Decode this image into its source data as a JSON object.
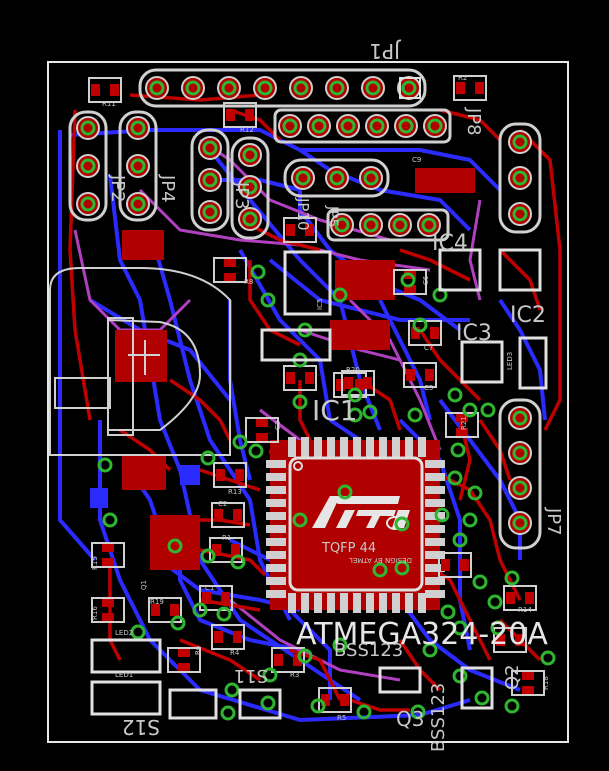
{
  "board": {
    "colors": {
      "background": "#000000",
      "outline": "#e8e8e8",
      "top_copper": "#c00000",
      "bottom_copper": "#2b2bff",
      "via_ring": "#2fb52f",
      "pad_silk": "#d0d0d0",
      "magenta_wire": "#b040c0",
      "label_gray": "#c8c8c8"
    }
  },
  "labels": {
    "jp1": "JP1",
    "jp8": "JP8",
    "jp2": "JP2",
    "jp4": "JP4",
    "jp3": "JP3",
    "jp10": "JP10",
    "jp5": "JP5",
    "jp7": "JP7",
    "ic1": "IC1",
    "ic2": "IC2",
    "ic3": "IC3",
    "ic4": "IC4",
    "q2": "Q2",
    "q3": "Q3",
    "s12": "S12",
    "s11": "S11",
    "part_value": "ATMEGA324-20A",
    "bss_left": "BSS123",
    "bss_right": "BSS123",
    "package": "TQFP 44",
    "chip_note": "DESIGN BY ATMEL",
    "r11": "R11",
    "r12": "R12",
    "r2": "R2",
    "c9": "C9",
    "r13": "R13",
    "c2": "C2",
    "r1": "R1",
    "c1": "C1",
    "r19": "R19",
    "r15": "R15",
    "r16": "R16",
    "led1": "LED1",
    "led2": "LED2",
    "r4": "R4",
    "r3": "R3",
    "r5": "R5",
    "r6": "R6",
    "r14": "R14",
    "r18": "R18",
    "r21": "R21",
    "r20": "R20",
    "r8": "R8",
    "c6": "C6",
    "c7": "C7",
    "c5": "C5",
    "c3": "C3",
    "led3": "LED3",
    "q1": "Q1",
    "ic5": "IC5"
  }
}
